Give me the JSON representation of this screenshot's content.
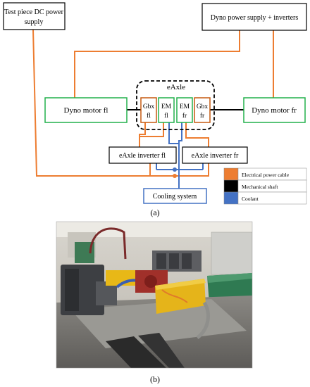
{
  "diagram": {
    "boxes": {
      "test_piece_supply": "Test piece DC power supply",
      "test_piece_supply_lines": [
        "Test piece DC power",
        "supply"
      ],
      "dyno_supply": "Dyno power supply + inverters",
      "dyno_motor_fl": "Dyno motor fl",
      "dyno_motor_fr": "Dyno motor fr",
      "eaxle_group": "eAxle",
      "gbx_fl": [
        "Gbx",
        "fl"
      ],
      "em_fl": [
        "EM",
        "fl"
      ],
      "em_fr": [
        "EM",
        "fr"
      ],
      "gbx_fr": [
        "Gbx",
        "fr"
      ],
      "inverter_fl": "eAxle inverter fl",
      "inverter_fr": "eAxle inverter fr",
      "cooling": "Cooling system"
    },
    "legend": [
      {
        "label": "Electrical power cable",
        "color": "#ED7D31"
      },
      {
        "label": "Mechanical shaft",
        "color": "#000000"
      },
      {
        "label": "Coolant",
        "color": "#4472C4"
      }
    ],
    "colors": {
      "electrical": "#ED7D31",
      "mechanical": "#000000",
      "coolant": "#4472C4",
      "motor_border": "#22B14C",
      "cooling_border": "#4472C4",
      "gbx_border": "#C55A11"
    }
  },
  "captions": {
    "a": "(a)",
    "b": "(b)"
  }
}
